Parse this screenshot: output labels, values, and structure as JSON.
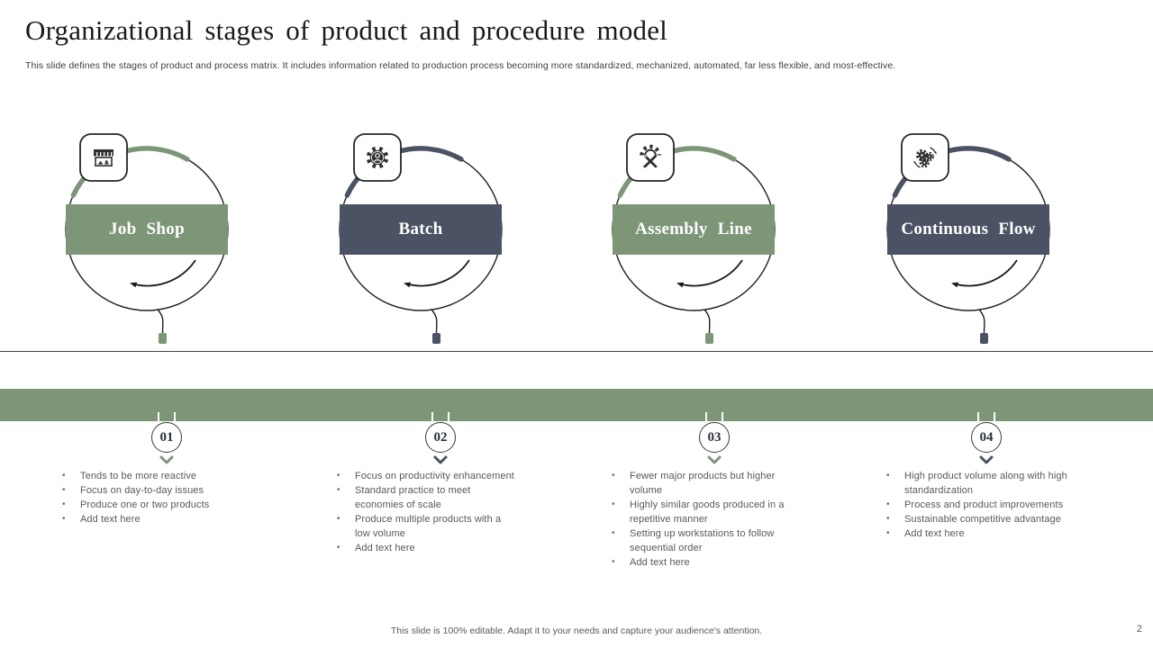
{
  "slide": {
    "title": "Organizational stages of product and procedure model",
    "subtitle": "This slide defines the stages of product and process matrix. It includes information related to production process becoming more standardized, mechanized, automated, far less flexible, and most-effective.",
    "footer": "This slide is 100% editable. Adapt it to your needs and capture your audience's attention.",
    "page_number": "2"
  },
  "colors": {
    "green": "#7D9678",
    "dark": "#4A5263"
  },
  "stages": [
    {
      "number": "01",
      "label": "Job Shop",
      "icon": "storefront-icon",
      "color": "green",
      "bullets": [
        "Tends to be more reactive",
        "Focus on day-to-day issues",
        "Produce one or two products",
        "Add text here"
      ]
    },
    {
      "number": "02",
      "label": "Batch",
      "icon": "gear-user-icon",
      "color": "dark",
      "bullets": [
        "Focus on productivity enhancement",
        "Standard practice to meet economies of scale",
        "Produce multiple products with a low volume",
        "Add text here"
      ]
    },
    {
      "number": "03",
      "label": "Assembly Line",
      "icon": "gear-tools-icon",
      "color": "green",
      "bullets": [
        "Fewer major products but higher volume",
        "Highly similar goods produced in a repetitive manner",
        "Setting up workstations to follow sequential order",
        "Add text here"
      ]
    },
    {
      "number": "04",
      "label": "Continuous Flow",
      "icon": "process-gears-icon",
      "color": "dark",
      "bullets": [
        "High product volume along with high standardization",
        "Process and product improvements",
        "Sustainable competitive advantage",
        "Add text here"
      ]
    }
  ]
}
